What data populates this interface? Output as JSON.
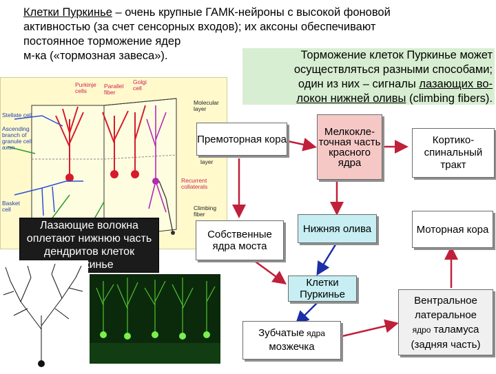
{
  "top_text": {
    "line1_term": "Клетки Пуркинье",
    "line1_rest": " – очень крупные ГАМК-нейроны с высокой фоновой",
    "line2": "активностью (за счет сенсорных входов); их аксоны обеспечивают",
    "line3": "постоянное торможение ядер",
    "line4": "м-ка («тормозная завеса»)."
  },
  "right_text": {
    "line1": "Торможение клеток Пуркинье может",
    "line2": "осуществляться разными способами;",
    "line3_pre": "один из них – сигналы ",
    "line3_u": "лазающих во-",
    "line4_u": "локон нижней оливы",
    "line4_rest": " (climbing fibers)."
  },
  "illustration_labels": {
    "purkinje": "Purkinje cells",
    "parallel": "Parallel fiber",
    "golgi": "Golgi cell",
    "molecular": "Molecular layer",
    "stellate": "Stellate cell",
    "ascending": "Ascending branch of granule cell axon",
    "layer": "layer",
    "recurrent": "Recurrent collaterals",
    "climbing": "Climbing fiber",
    "basket": "Basket cell"
  },
  "caption_dark": "Лазающие волокна оплетают нижнюю часть дендритов клеток Пуркинье",
  "nodes": {
    "premotor": "Премоторная кора",
    "red_nucleus": "Мелкокле-точная часть красного ядра",
    "corticospinal": "Кортико-спинальный тракт",
    "pons": "Собственные ядра моста",
    "olive": "Нижняя олива",
    "motor_cortex": "Моторная кора",
    "purkinje_cells": "Клетки Пуркинье",
    "thalamus_1": "Вентральное латеральное",
    "thalamus_2a": "ядро",
    "thalamus_2b": " таламуса",
    "thalamus_3": "(задняя часть)",
    "dentate_1": "Зубчатые",
    "dentate_1b": " ядра",
    "dentate_2": "мозжечка"
  },
  "colors": {
    "arrow_red": "#c0203a",
    "arrow_blue": "#1c2fa8",
    "cyan_box": "#c6eef3",
    "pink_box": "#f5c8c6"
  }
}
